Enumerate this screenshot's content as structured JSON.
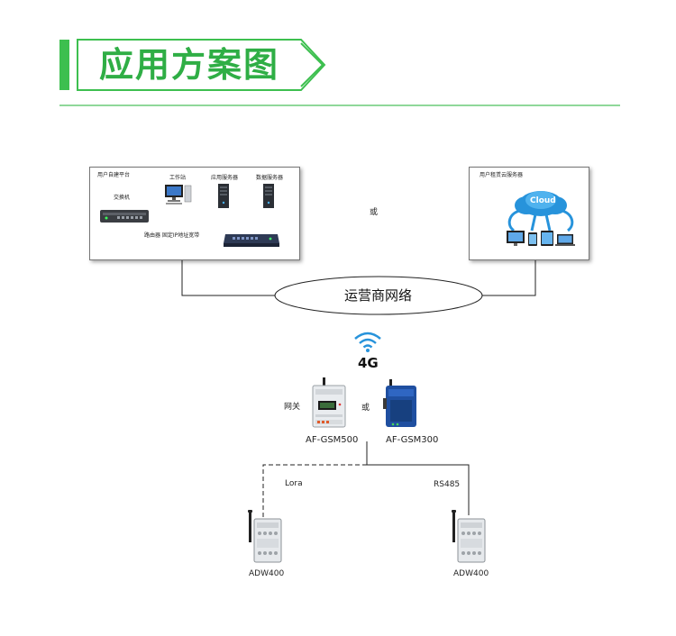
{
  "header": {
    "title": "应用方案图"
  },
  "left_panel": {
    "title": "用户自建平台",
    "switch_label": "交换机",
    "workstation_label": "工作站",
    "app_server_label": "应用服务器",
    "db_server_label": "数据服务器",
    "router_label": "路由器 固定IP地址宽带"
  },
  "or_top": "或",
  "right_panel": {
    "title": "用户租赁云服务器",
    "cloud_label": "Cloud"
  },
  "network_label": "运营商网络",
  "wireless_label": "4G",
  "gateway_label": "网关",
  "or_gateway": "或",
  "device_gsm500": "AF-GSM500",
  "device_gsm300": "AF-GSM300",
  "link_lora": "Lora",
  "link_rs485": "RS485",
  "meter_left": "ADW400",
  "meter_right": "ADW400",
  "colors": {
    "accent": "#2fae45",
    "cloud_blue": "#1e8fd6",
    "device_blue": "#1f4fa0"
  }
}
